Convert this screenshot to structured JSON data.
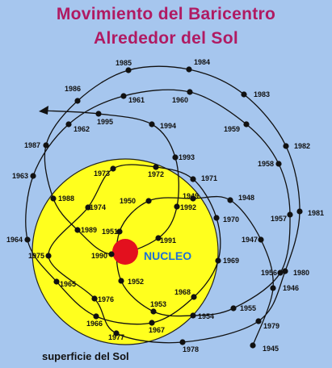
{
  "title": {
    "line1": "Movimiento del Baricentro",
    "line2": "Alrededor del Sol"
  },
  "labels": {
    "nucleus": "NUCLEO",
    "sun_surface": "superficie del Sol"
  },
  "colors": {
    "background": "#a6c6ee",
    "title": "#b01a62",
    "sun": "#ffff1e",
    "nucleus": "#e3101e",
    "nucleus_label": "#1e6fd6",
    "path": "#111111"
  },
  "path_years": [
    "1945",
    "1946",
    "1947",
    "1948",
    "1949",
    "1950",
    "1951",
    "1952",
    "1953",
    "1954",
    "1955",
    "1956",
    "1957",
    "1958",
    "1959",
    "1960",
    "1961",
    "1962",
    "1963",
    "1964",
    "1965",
    "1966",
    "1967",
    "1968",
    "1969",
    "1970",
    "1971",
    "1972",
    "1973",
    "1974",
    "1975",
    "1976",
    "1977",
    "1978",
    "1979",
    "1980",
    "1981",
    "1982",
    "1983",
    "1984",
    "1985",
    "1986",
    "1987",
    "1988",
    "1989",
    "1990",
    "1991",
    "1992",
    "1993",
    "1994",
    "1995"
  ]
}
